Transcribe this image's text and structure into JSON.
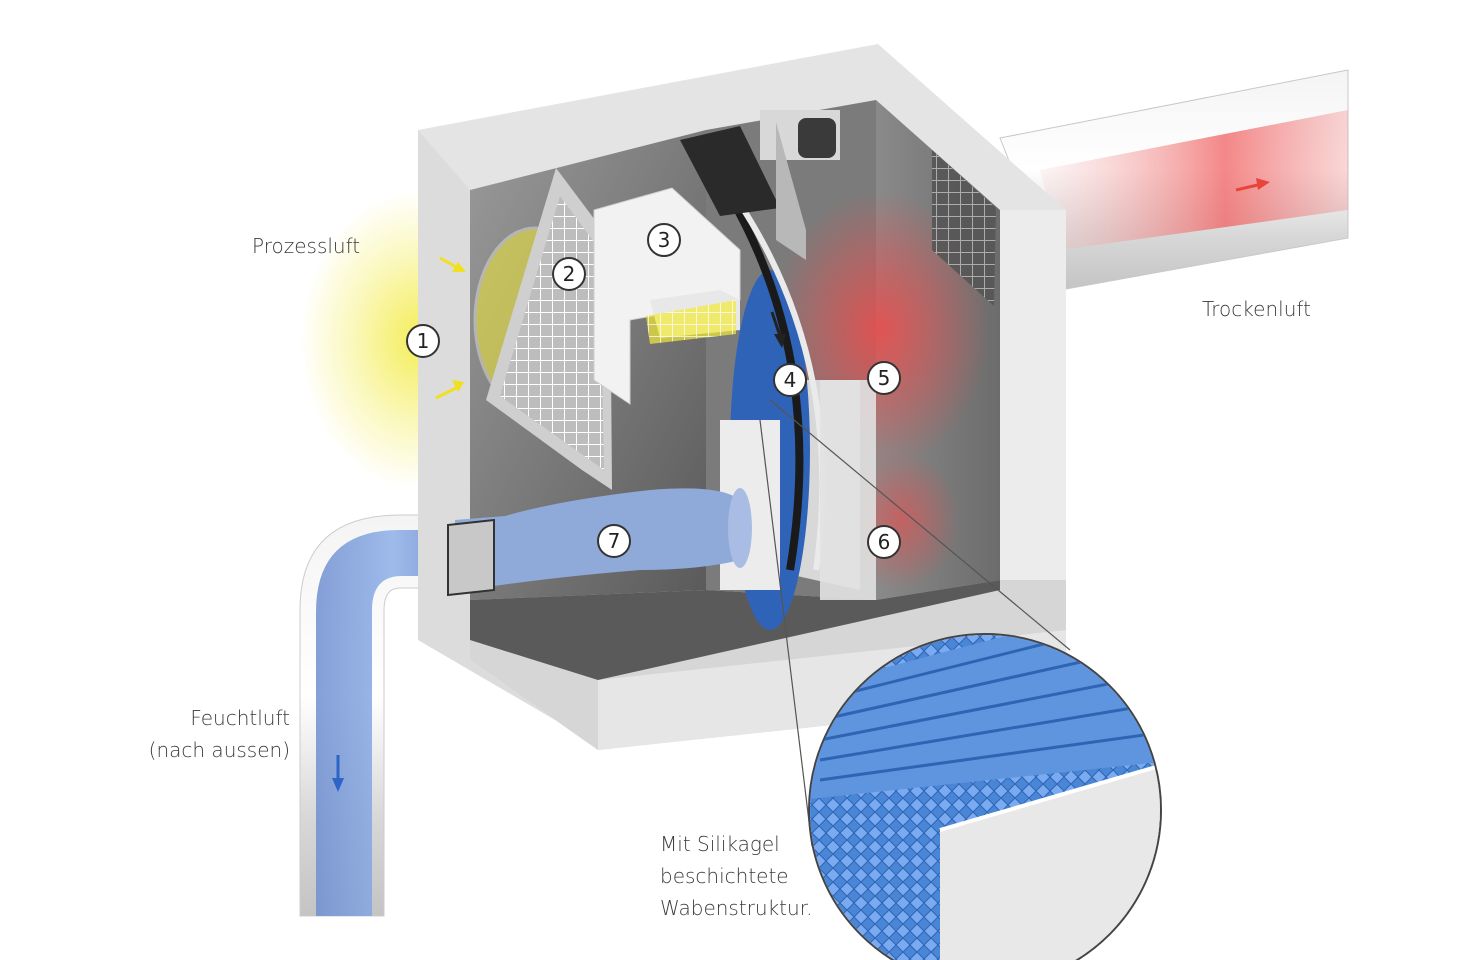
{
  "labels": {
    "process_air": "Prozessluft",
    "dry_air": "Trockenluft",
    "wet_air_line1": "Feuchtluft",
    "wet_air_line2": "(nach aussen)",
    "coating_line1": "Mit Silikagel",
    "coating_line2": "beschichtete",
    "coating_line3": "Wabenstruktur."
  },
  "callouts": [
    "1",
    "2",
    "3",
    "4",
    "5",
    "6",
    "7"
  ],
  "colors": {
    "process_air": "#f2ea3a",
    "dry_air": "#f04a4a",
    "wet_air": "#5b86d8",
    "honeycomb": "#4a86d6",
    "housing": "#e6e6e6"
  }
}
